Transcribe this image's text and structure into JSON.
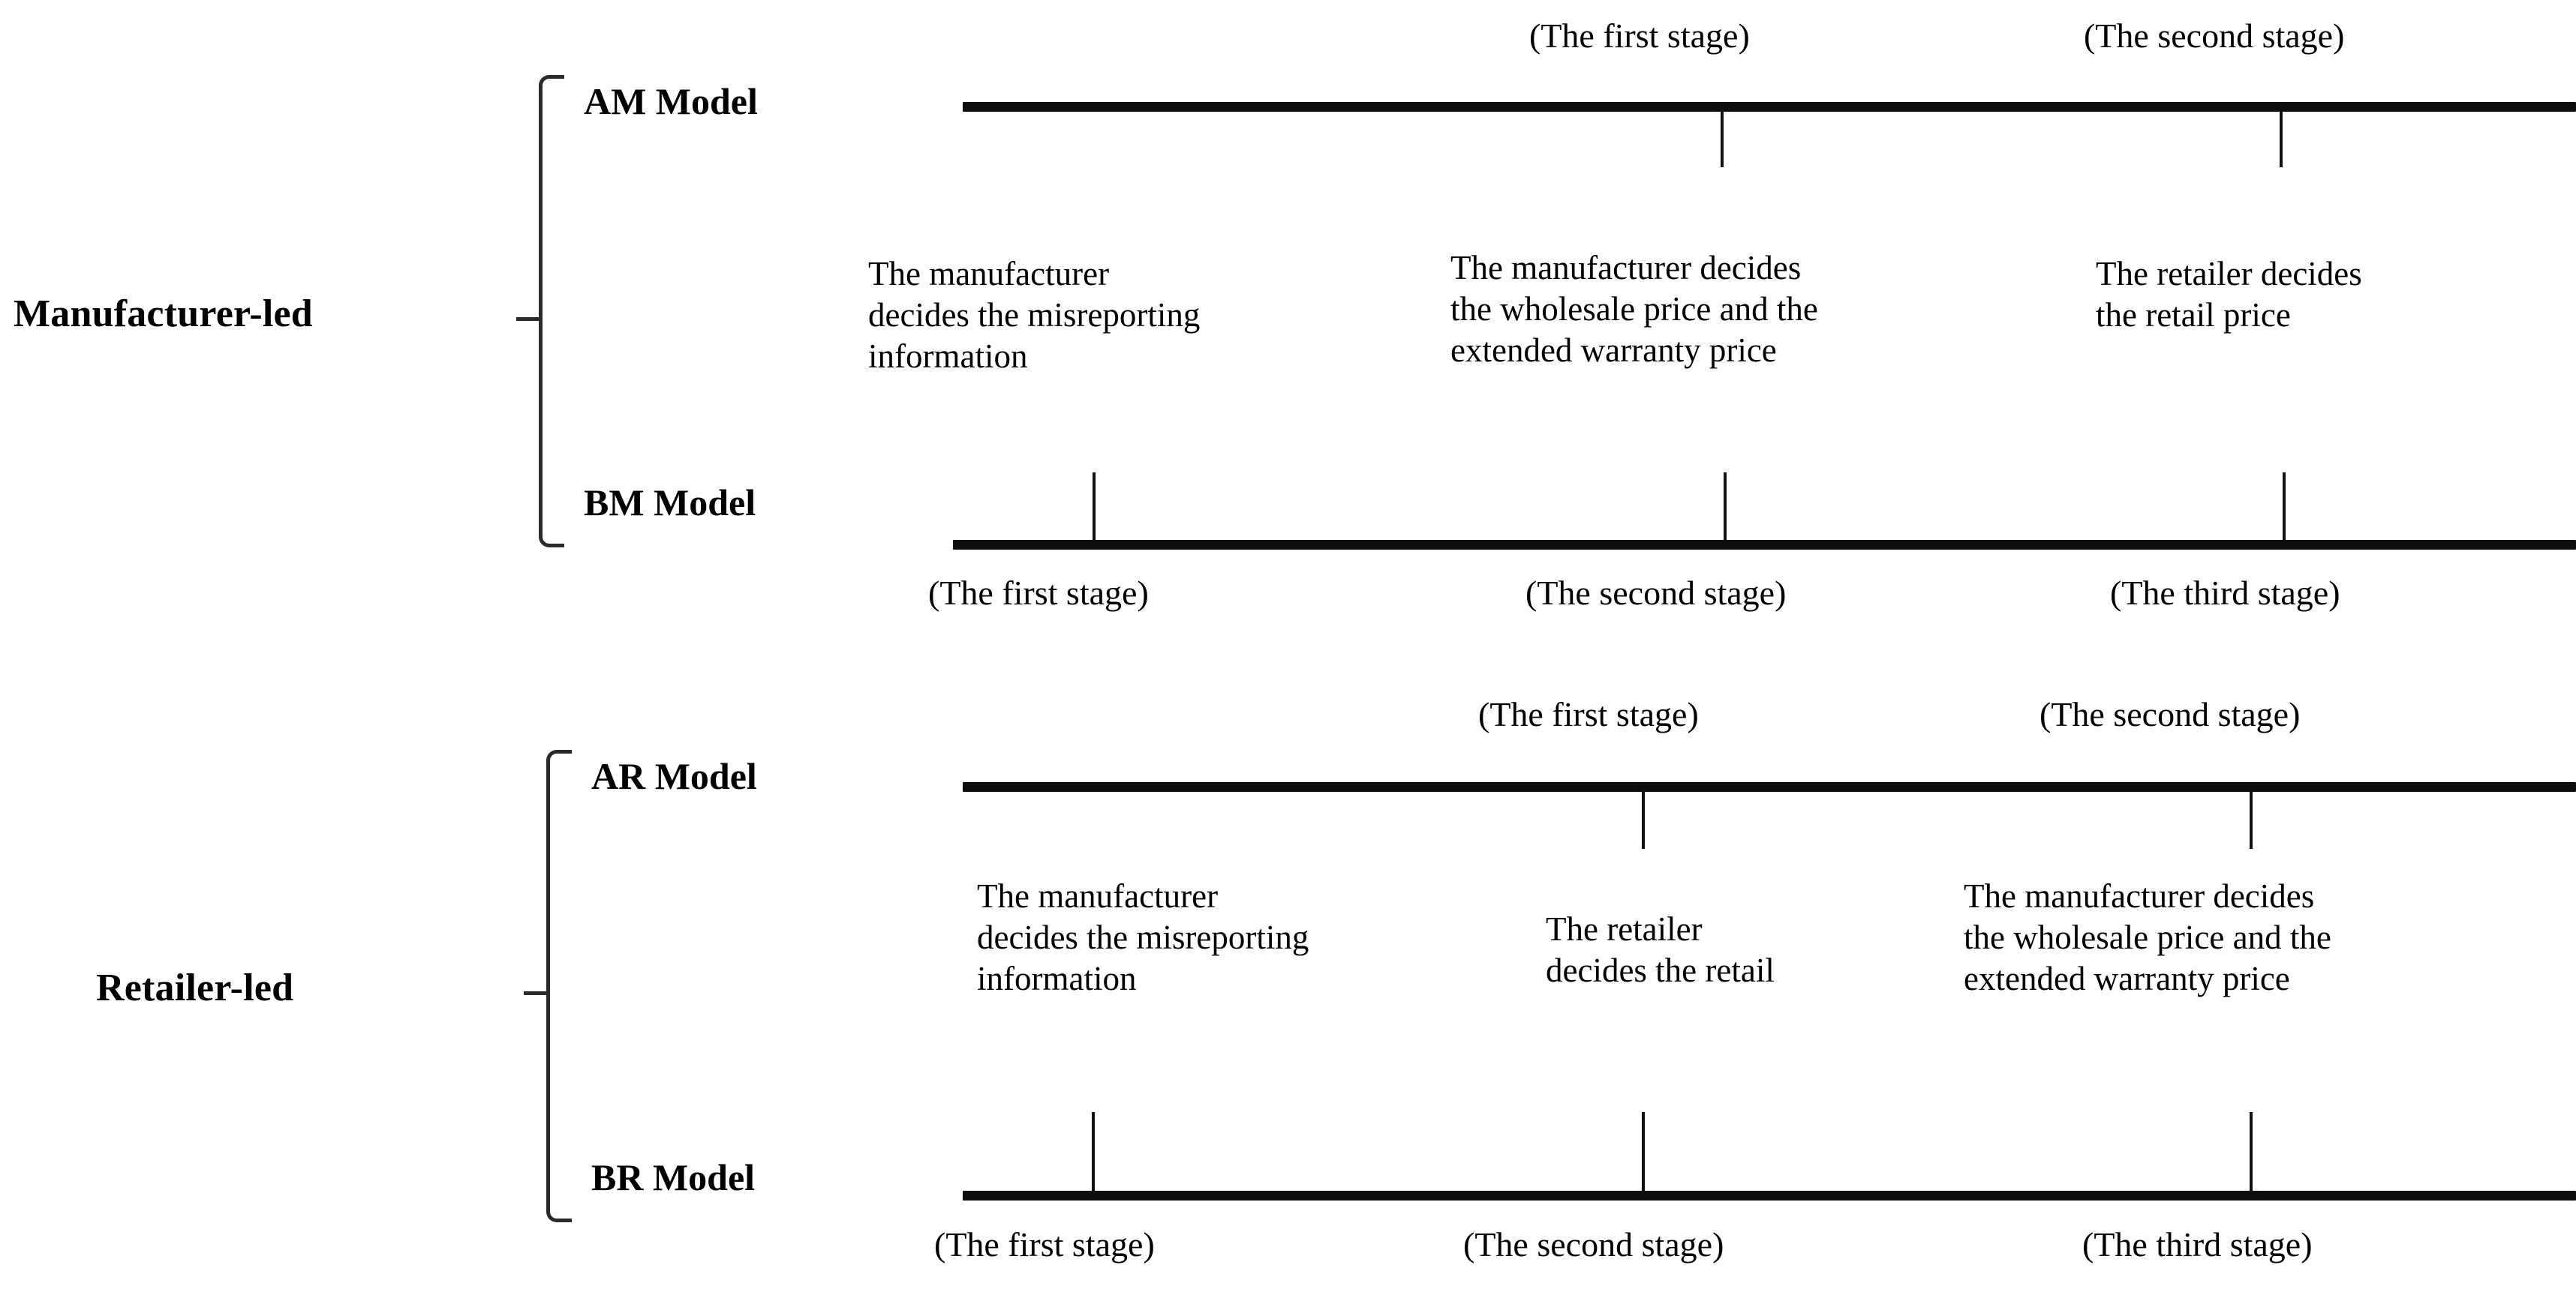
{
  "figure": {
    "type": "two-group-timeline-diagram",
    "background_color": "#ffffff",
    "line_color": "#0d0d0d",
    "bracket_color": "#2a2a2a"
  },
  "groups": [
    {
      "id": "manufacturer-led",
      "label": "Manufacturer-led",
      "models": [
        {
          "id": "am-model",
          "label": "AM Model",
          "stage_label_position": "above",
          "tick_direction": "down",
          "stages": [
            {
              "label": "(The first stage)"
            },
            {
              "label": "(The second stage)"
            }
          ]
        },
        {
          "id": "bm-model",
          "label": "BM Model",
          "stage_label_position": "below",
          "tick_direction": "up",
          "stages": [
            {
              "label": "(The first stage)"
            },
            {
              "label": "(The second stage)"
            },
            {
              "label": "(The third stage)"
            }
          ]
        }
      ],
      "descriptions": [
        {
          "id": "misreporting",
          "lines": [
            "The manufacturer",
            "decides the misreporting",
            "information"
          ]
        },
        {
          "id": "wholesale-and-warranty",
          "lines": [
            "The manufacturer decides",
            "the wholesale price and the",
            "extended warranty price"
          ]
        },
        {
          "id": "retail-price",
          "lines": [
            "The retailer decides",
            "the retail price"
          ]
        }
      ]
    },
    {
      "id": "retailer-led",
      "label": "Retailer-led",
      "models": [
        {
          "id": "ar-model",
          "label": "AR Model",
          "stage_label_position": "above",
          "tick_direction": "down",
          "stages": [
            {
              "label": "(The first stage)"
            },
            {
              "label": "(The second stage)"
            }
          ]
        },
        {
          "id": "br-model",
          "label": "BR Model",
          "stage_label_position": "below",
          "tick_direction": "up",
          "stages": [
            {
              "label": "(The first stage)"
            },
            {
              "label": "(The second stage)"
            },
            {
              "label": "(The third stage)"
            }
          ]
        }
      ],
      "descriptions": [
        {
          "id": "misreporting",
          "lines": [
            "The manufacturer",
            "decides the misreporting",
            "information"
          ]
        },
        {
          "id": "retail-price",
          "lines": [
            "The retailer",
            "decides the retail"
          ]
        },
        {
          "id": "wholesale-and-warranty",
          "lines": [
            "The manufacturer decides",
            "the wholesale price and the",
            "extended warranty price"
          ]
        }
      ]
    }
  ]
}
